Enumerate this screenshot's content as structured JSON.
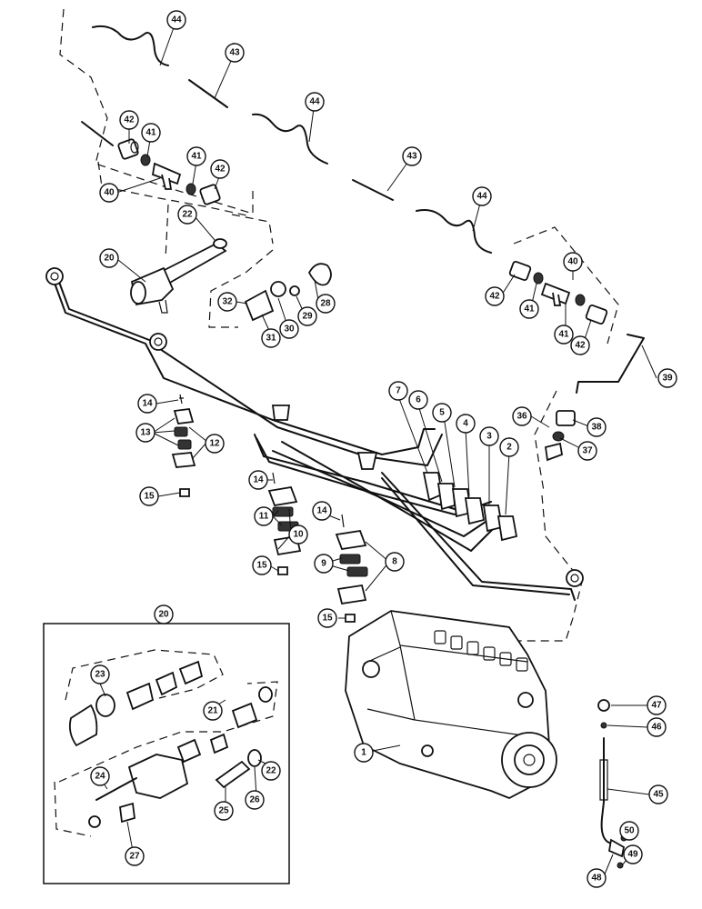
{
  "callouts": {
    "c1": "1",
    "c2": "2",
    "c3": "3",
    "c4": "4",
    "c5": "5",
    "c6": "6",
    "c7": "7",
    "c8": "8",
    "c9": "9",
    "c10": "10",
    "c11": "11",
    "c12": "12",
    "c13": "13",
    "c14a": "14",
    "c14b": "14",
    "c14c": "14",
    "c15a": "15",
    "c15b": "15",
    "c15c": "15",
    "c20a": "20",
    "c20b": "20",
    "c21": "21",
    "c22a": "22",
    "c22b": "22",
    "c23": "23",
    "c24": "24",
    "c25": "25",
    "c26": "26",
    "c27": "27",
    "c28": "28",
    "c29": "29",
    "c30": "30",
    "c31": "31",
    "c32": "32",
    "c36": "36",
    "c37": "37",
    "c38": "38",
    "c39": "39",
    "c40a": "40",
    "c40b": "40",
    "c41a": "41",
    "c41b": "41",
    "c41c": "41",
    "c41d": "41",
    "c42a": "42",
    "c42b": "42",
    "c42c": "42",
    "c42d": "42",
    "c43a": "43",
    "c43b": "43",
    "c44a": "44",
    "c44b": "44",
    "c44c": "44",
    "c45": "45",
    "c46": "46",
    "c47": "47",
    "c48": "48",
    "c49": "49",
    "c50": "50"
  }
}
